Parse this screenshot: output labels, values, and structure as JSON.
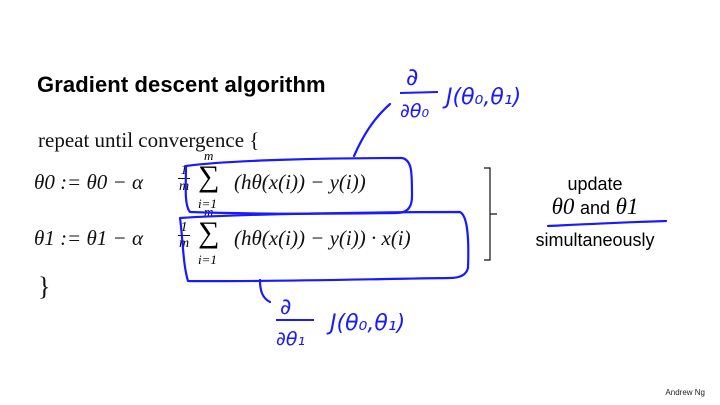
{
  "slide": {
    "title": "Gradient descent algorithm",
    "repeat_line": "repeat until convergence {",
    "close_brace": "}",
    "update_lines": [
      {
        "lhs": "θ0 := θ0 − α",
        "fraction_num": "1",
        "fraction_den": "m",
        "sum_upper": "m",
        "sum_lower": "i=1",
        "term": "(hθ(x(i)) − y(i))"
      },
      {
        "lhs": "θ1 := θ1 − α",
        "fraction_num": "1",
        "fraction_den": "m",
        "sum_upper": "m",
        "sum_lower": "i=1",
        "term": "(hθ(x(i)) − y(i)) · x(i)"
      }
    ],
    "note": {
      "line1": "update",
      "line2_a": "θ0",
      "line2_and": "and",
      "line2_b": "θ1",
      "line3": "simultaneously"
    },
    "annotations": {
      "top": "∂/∂θ0 J(θ0,θ1)",
      "bottom": "∂/∂θ1 J(θ0,θ1)"
    },
    "credit": "Andrew Ng",
    "colors": {
      "ink": "#1a1aff",
      "text": "#111111"
    }
  }
}
